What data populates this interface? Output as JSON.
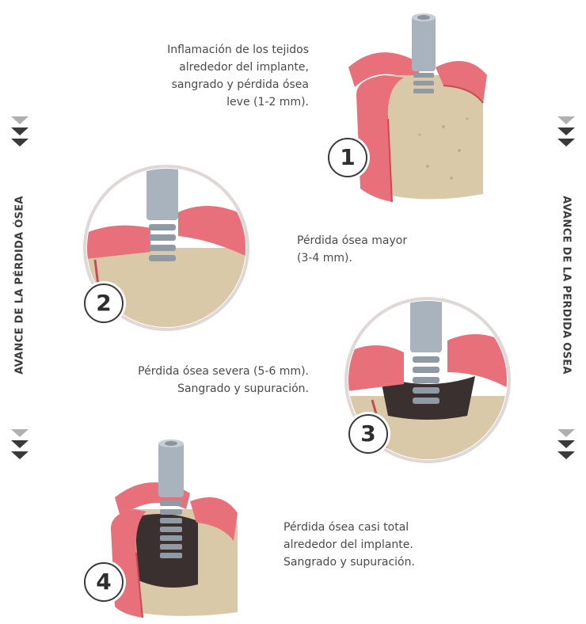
{
  "side_label": "AVANCE DE LA PÉRDIDA ÓSEA",
  "side_label_right": "AVANCE DE LA PERDIDA OSEA",
  "stages": [
    {
      "number": "1",
      "caption": [
        "Inflamación de los tejidos",
        "alrededor del implante,",
        "sangrado y pérdida ósea",
        "leve (1-2 mm)."
      ]
    },
    {
      "number": "2",
      "caption": [
        "Pérdida ósea mayor",
        "(3-4 mm)."
      ]
    },
    {
      "number": "3",
      "caption": [
        "Pérdida ósea severa (5-6 mm).",
        "Sangrado y supuración."
      ]
    },
    {
      "number": "4",
      "caption": [
        "Pérdida ósea casi total",
        "alrededor del implante.",
        "Sangrado y supuración."
      ]
    }
  ],
  "colors": {
    "gum": "#e8707a",
    "gum_dark": "#c94a55",
    "bone": "#d9c9a8",
    "implant": "#a9b3bd",
    "arrow": "#3a3a3a",
    "arrow_light": "#b0b0b0"
  }
}
